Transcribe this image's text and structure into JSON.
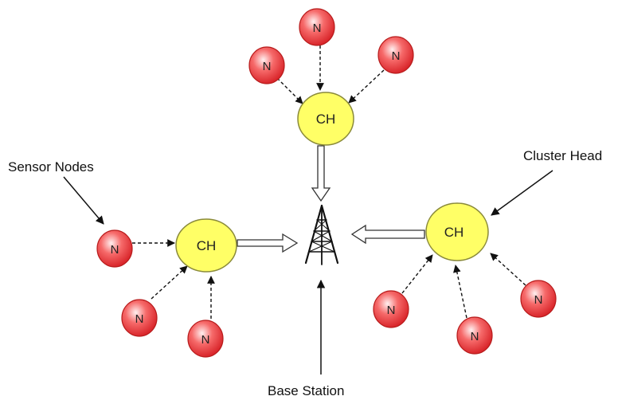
{
  "labels": {
    "sensor_nodes": "Sensor Nodes",
    "cluster_head": "Cluster Head",
    "base_station": "Base Station"
  },
  "node_text": "N",
  "cluster_head_text": "CH",
  "clusters": [
    {
      "id": "top",
      "nodes": 3
    },
    {
      "id": "left",
      "nodes": 3
    },
    {
      "id": "right",
      "nodes": 3
    }
  ],
  "colors": {
    "node_fill_center": "#ffdddd",
    "node_fill_edge": "#e0282c",
    "node_stroke": "#b81c1c",
    "ch_fill": "#ffff66",
    "ch_stroke": "#8a8a3a",
    "arrow": "#111111"
  },
  "icons": {
    "base_station": "antenna-tower-icon"
  }
}
